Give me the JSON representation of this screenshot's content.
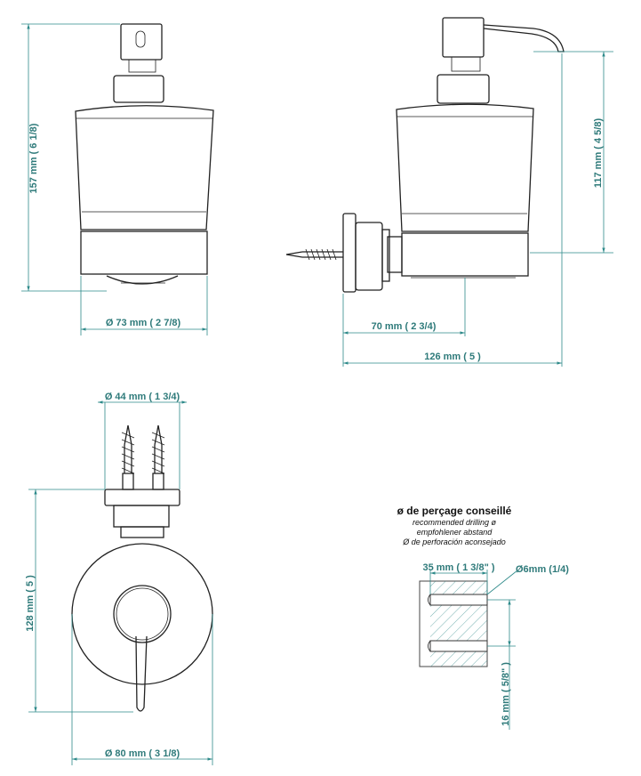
{
  "dimensions": {
    "height_total": "157 mm ( 6 1/8)",
    "height_bottle": "117 mm ( 4 5/8)",
    "diameter_bottle": "Ø  73 mm ( 2 7/8)",
    "projection_70": "70 mm ( 2 3/4)",
    "projection_126": "126 mm ( 5 )",
    "diameter_44": "Ø  44 mm ( 1 3/4)",
    "height_128": "128 mm ( 5 )",
    "diameter_80": "Ø  80 mm ( 3 1/8)"
  },
  "drilling": {
    "title": "ø de perçage conseillé",
    "line_en": "recommended drilling ø",
    "line_de": "empfohlener abstand",
    "line_es": "Ø de perforación aconsejado",
    "depth": "35 mm ( 1 3/8\" )",
    "diameter": "Ø6mm (1/4)",
    "spacing": "16 mm ( 5/8\" )"
  },
  "colors": {
    "dimension": "#2e8a8a",
    "outline": "#222222"
  }
}
